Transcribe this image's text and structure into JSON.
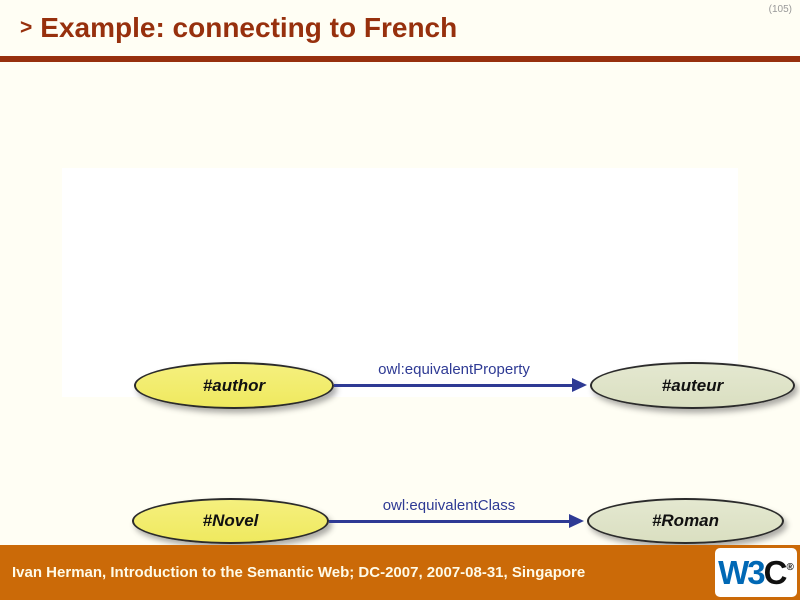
{
  "page": {
    "number_label": "(105)"
  },
  "header": {
    "bullet": ">",
    "title": "Example: connecting to French"
  },
  "diagram": {
    "rows": [
      {
        "source": "#author",
        "relation": "owl:equivalentProperty",
        "target": "#auteur"
      },
      {
        "source": "#Novel",
        "relation": "owl:equivalentClass",
        "target": "#Roman"
      }
    ],
    "colors": {
      "source_fill": "#F1EC6E",
      "target_fill": "#DFE3C9",
      "outline": "#2B2B2B",
      "arrow": "#2E3A94"
    }
  },
  "footer": {
    "text": "Ivan Herman, Introduction to the Semantic Web; DC-2007, 2007-08-31, Singapore",
    "logo": {
      "w3": "W3",
      "c": "C",
      "registered": "®"
    }
  },
  "colors": {
    "background": "#FFFEF4",
    "title": "#97300D",
    "rule": "#97300D",
    "footer_bg": "#CB6A08",
    "footer_text": "#FFFBE8",
    "page_number": "#999999",
    "w3c_blue": "#0068B5"
  }
}
